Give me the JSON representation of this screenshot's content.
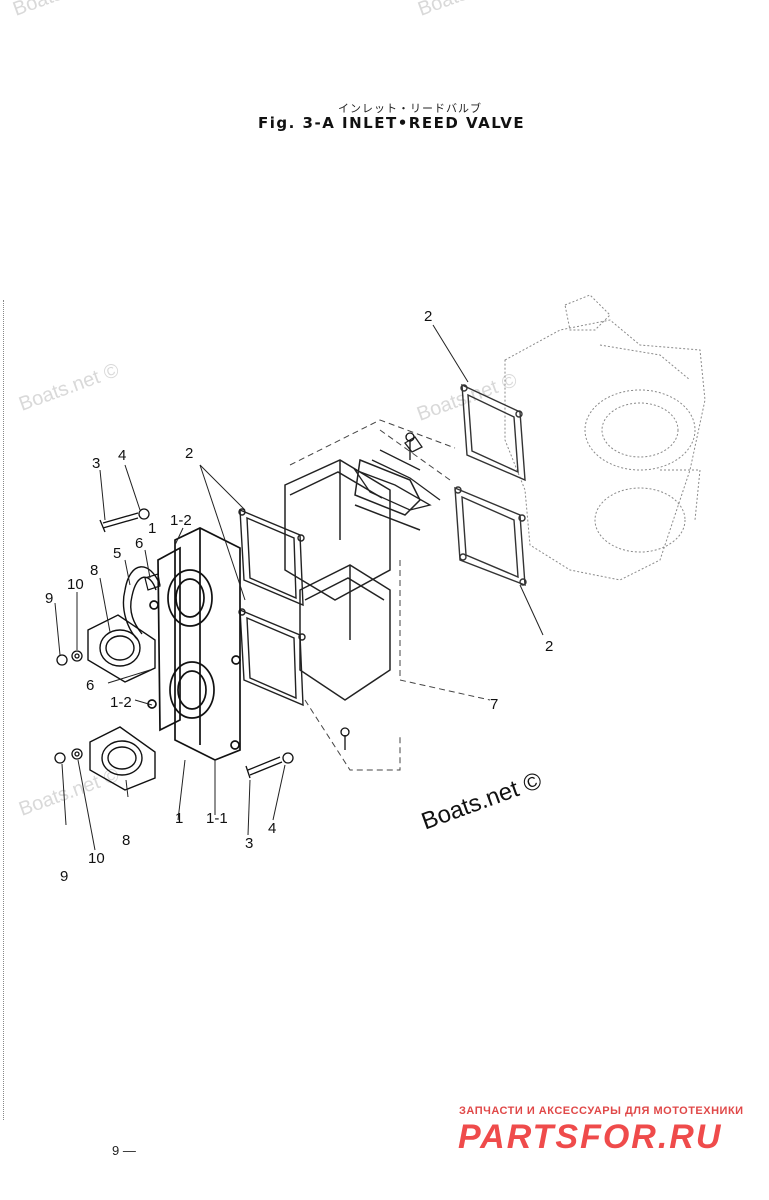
{
  "header": {
    "title_jp": "インレット・リードバルブ",
    "title_en": "Fig. 3-A   INLET•REED VALVE"
  },
  "watermarks": {
    "site": "Boats.net ©",
    "site_short": "Boats.n",
    "main": "Boats.net ©"
  },
  "labels": {
    "l1": "1",
    "l1_1": "1-1",
    "l1_2": "1-2",
    "l2": "2",
    "l3": "3",
    "l4": "4",
    "l5": "5",
    "l6": "6",
    "l7": "7",
    "l8": "8",
    "l9": "9",
    "l10": "10"
  },
  "footer": {
    "page_number": "9 —",
    "brand_tagline": "ЗАПЧАСТИ И АКСЕССУАРЫ ДЛЯ МОТОТЕХНИКИ",
    "brand_name": "PARTSFOR.RU"
  },
  "colors": {
    "line": "#222222",
    "faint_line": "#8a8a8a",
    "watermark": "#d9d9d9",
    "brand": "#ef4b4b"
  }
}
